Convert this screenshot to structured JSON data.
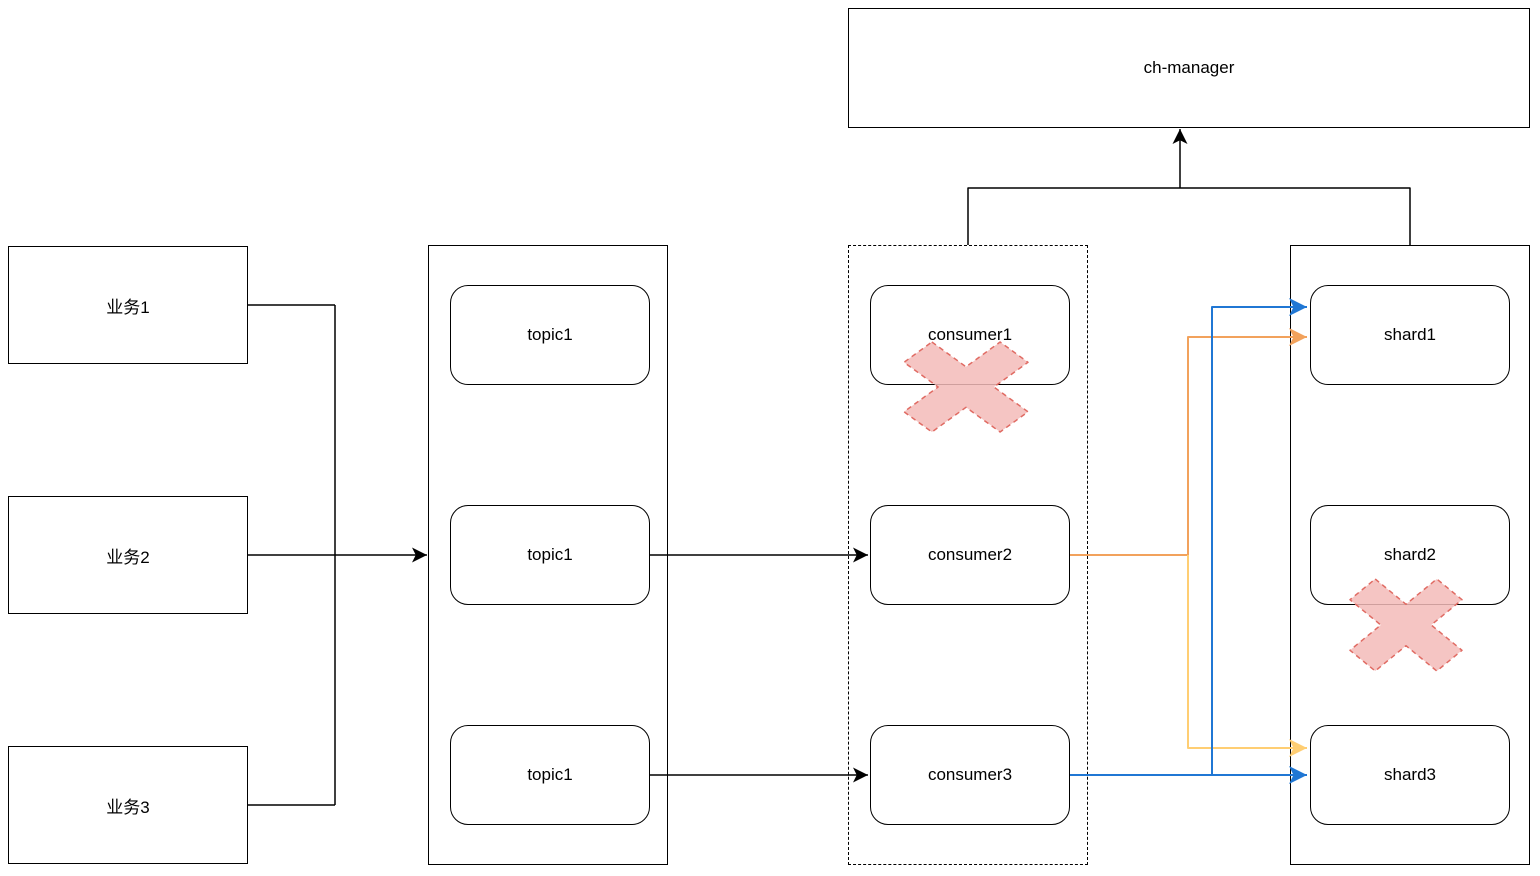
{
  "diagram": {
    "manager": {
      "label": "ch-manager"
    },
    "business_nodes": [
      {
        "label": "业务1"
      },
      {
        "label": "业务2"
      },
      {
        "label": "业务3"
      }
    ],
    "topic_nodes": [
      {
        "label": "topic1"
      },
      {
        "label": "topic1"
      },
      {
        "label": "topic1"
      }
    ],
    "consumer_nodes": [
      {
        "label": "consumer1",
        "failed": true
      },
      {
        "label": "consumer2",
        "failed": false
      },
      {
        "label": "consumer3",
        "failed": false
      }
    ],
    "shard_nodes": [
      {
        "label": "shard1",
        "failed": false
      },
      {
        "label": "shard2",
        "failed": true
      },
      {
        "label": "shard3",
        "failed": false
      }
    ],
    "failed_nodes": [
      "consumer1",
      "shard2"
    ],
    "edges": [
      {
        "from": "业务1",
        "to": "topics-group",
        "color": "black"
      },
      {
        "from": "业务2",
        "to": "topics-group",
        "color": "black"
      },
      {
        "from": "业务3",
        "to": "topics-group",
        "color": "black"
      },
      {
        "from": "topic1-middle",
        "to": "consumer2",
        "color": "black"
      },
      {
        "from": "topic1-bottom",
        "to": "consumer3",
        "color": "black"
      },
      {
        "from": "consumers-group",
        "to": "ch-manager",
        "color": "black"
      },
      {
        "from": "shards-group",
        "to": "ch-manager",
        "color": "black"
      },
      {
        "from": "consumer2",
        "to": "shard1",
        "color": "orange"
      },
      {
        "from": "consumer2",
        "to": "shard3",
        "color": "yellow"
      },
      {
        "from": "consumer3",
        "to": "shard1",
        "color": "blue"
      },
      {
        "from": "consumer3",
        "to": "shard3",
        "color": "blue"
      }
    ],
    "colors": {
      "edge_black": "#000000",
      "edge_blue": "#2077D4",
      "edge_orange": "#F2A25C",
      "edge_yellow": "#FFCE73",
      "failure_fill": "#F4BEBA",
      "failure_stroke": "#E06B63"
    }
  }
}
